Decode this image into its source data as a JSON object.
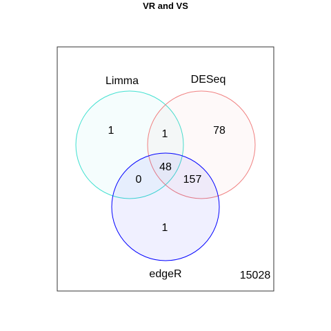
{
  "title": "VR and VS",
  "sets": [
    {
      "name": "Limma",
      "stroke": "#40e0d0",
      "fill": "#40e0d0"
    },
    {
      "name": "DESeq",
      "stroke": "#f08080",
      "fill": "#f08080"
    },
    {
      "name": "edgeR",
      "stroke": "#0000ff",
      "fill": "#0000ff"
    }
  ],
  "regions": {
    "limma_only": "1",
    "deseq_only": "78",
    "edger_only": "1",
    "limma_deseq": "1",
    "limma_edger": "0",
    "deseq_edger": "157",
    "all_three": "48",
    "none": "15028"
  },
  "colors": {
    "frame": "#333333",
    "background": "#ffffff"
  }
}
